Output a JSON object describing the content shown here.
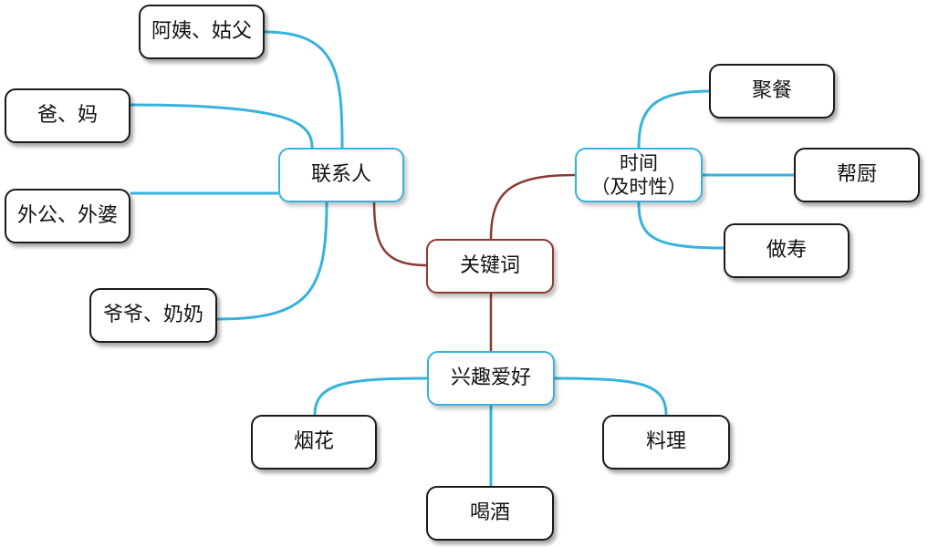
{
  "colors": {
    "branch_line": "#36b3dd",
    "center_line": "#8b3a34",
    "leaf_border": "#1a1a1a"
  },
  "center": {
    "label": "关键词"
  },
  "branches": {
    "contacts": {
      "label": "联系人",
      "items": [
        "阿姨、姑父",
        "爸、妈",
        "外公、外婆",
        "爷爷、奶奶"
      ]
    },
    "time": {
      "label": "时间\n（及时性）",
      "items": [
        "聚餐",
        "帮厨",
        "做寿"
      ]
    },
    "hobbies": {
      "label": "兴趣爱好",
      "items": [
        "烟花",
        "喝酒",
        "料理"
      ]
    }
  }
}
